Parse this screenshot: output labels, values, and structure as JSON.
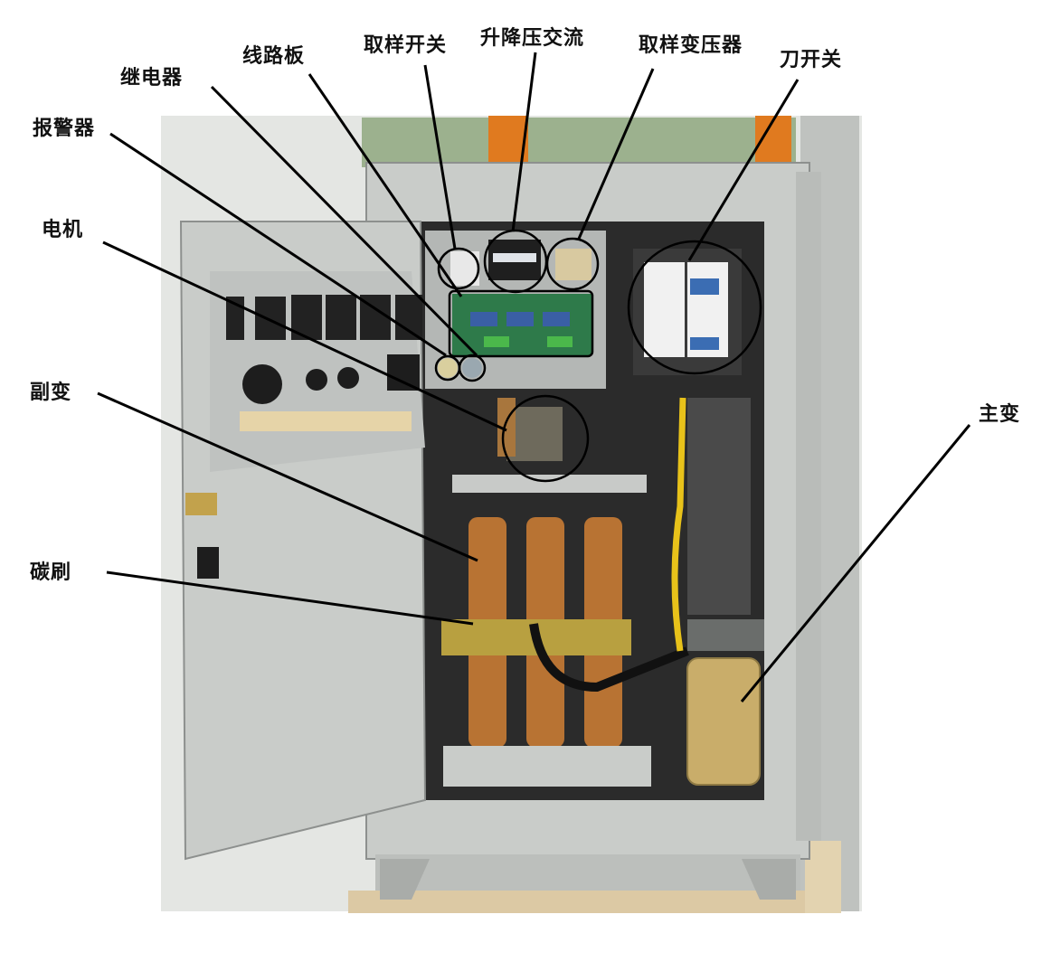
{
  "labels": {
    "sampling_switch": "取样开关",
    "buck_boost_ac": "升降压交流",
    "sampling_transformer": "取样变压器",
    "circuit_board": "线路板",
    "knife_switch": "刀开关",
    "relay": "继电器",
    "alarm": "报警器",
    "motor": "电机",
    "auxiliary_transformer": "副变",
    "main_transformer": "主变",
    "carbon_brush": "碳刷"
  },
  "colors": {
    "cabinet": "#c9ccc9",
    "cabinet_dark": "#9ea19f",
    "interior": "#2b2b2b",
    "copper": "#b87333",
    "mount_plate": "#b8a040",
    "yellow_wire": "#e8c21a",
    "orange_post": "#e07a1f",
    "main_coil": "#c9ad6a",
    "pcb": "#2e7a4a",
    "callout_line": "#000000"
  }
}
